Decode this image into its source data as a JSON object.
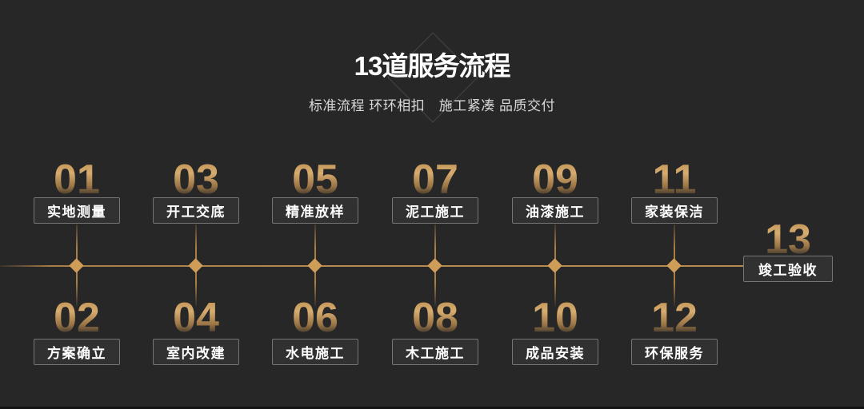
{
  "header": {
    "title": "13道服务流程",
    "subtitle": "标准流程 环环相扣　施工紧凑 品质交付"
  },
  "steps": [
    {
      "num": "01",
      "label": "实地测量"
    },
    {
      "num": "02",
      "label": "方案确立"
    },
    {
      "num": "03",
      "label": "开工交底"
    },
    {
      "num": "04",
      "label": "室内改建"
    },
    {
      "num": "05",
      "label": "精准放样"
    },
    {
      "num": "06",
      "label": "水电施工"
    },
    {
      "num": "07",
      "label": "泥工施工"
    },
    {
      "num": "08",
      "label": "木工施工"
    },
    {
      "num": "09",
      "label": "油漆施工"
    },
    {
      "num": "10",
      "label": "成品安装"
    },
    {
      "num": "11",
      "label": "家装保洁"
    },
    {
      "num": "12",
      "label": "环保服务"
    },
    {
      "num": "13",
      "label": "竣工验收"
    }
  ],
  "colors": {
    "background": "#272727",
    "gold_line": "#a87d46",
    "gold_node": "#cf9d58",
    "number_gradient_top": "#bf9355",
    "number_gradient_mid": "#d7ac6f",
    "box_background": "#313131",
    "box_border": "#757575",
    "title_text": "#fdfdfd",
    "subtitle_text": "#d8d8d8"
  }
}
